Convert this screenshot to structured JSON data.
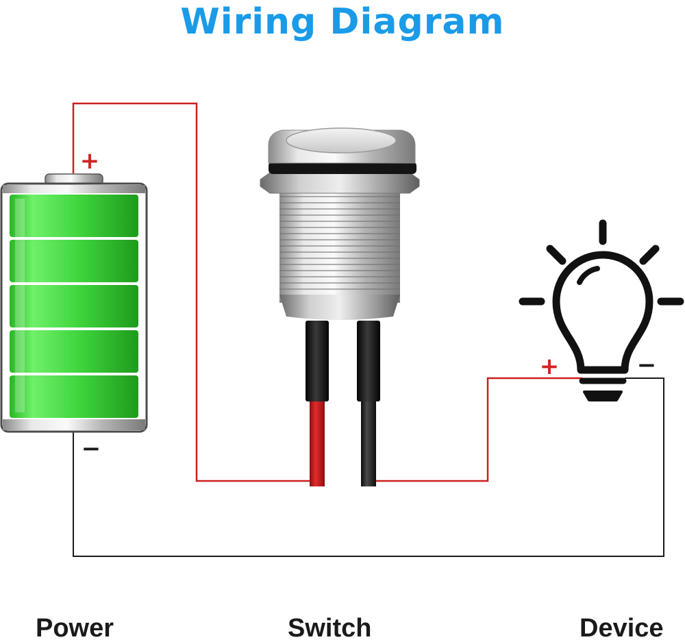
{
  "title": "Wiring Diagram",
  "colors": {
    "title": "#1a9be8",
    "wire_positive": "#cc1f1f",
    "wire_negative": "#1a1a1a",
    "battery_fill": "#3ed43b",
    "label_text": "#1a1a1a"
  },
  "components": {
    "power": {
      "label": "Power",
      "icon": "battery-icon",
      "battery_level": 1.0,
      "positive_mark": "+",
      "negative_mark": "−"
    },
    "switch": {
      "label": "Switch",
      "icon": "push-button-switch-icon"
    },
    "device": {
      "label": "Device",
      "icon": "light-bulb-icon",
      "positive_mark": "+",
      "negative_mark": "−"
    }
  }
}
